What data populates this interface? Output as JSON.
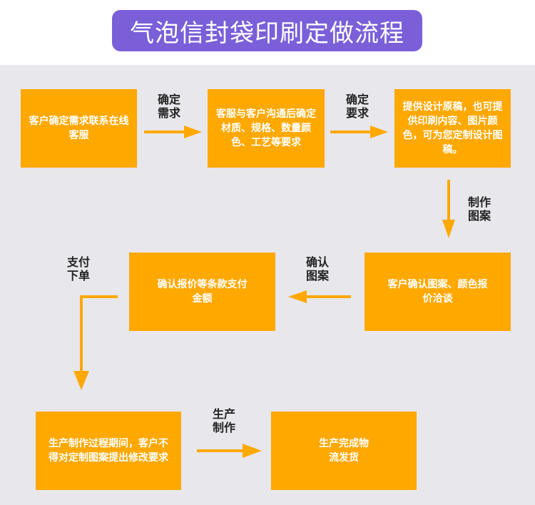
{
  "title": "气泡信封袋印刷定做流程",
  "steps": [
    {
      "text": "客户确定需求联系在线客服"
    },
    {
      "text": "客服与客户沟通后确定材质、规格、数量颜色、工艺等要求"
    },
    {
      "text": "提供设计原稿，也可提供印刷内容、图片颜色，可为您定制设计图稿。"
    },
    {
      "text": "客户确认图案、颜色报价洽谈"
    },
    {
      "text": "确认报价等条款支付金额"
    },
    {
      "text": "生产制作过程期间，客户不得对定制图案提出修改要求"
    },
    {
      "text": "生产完成物流发货"
    }
  ],
  "arrow_labels": {
    "a1": "确定需求",
    "a2": "确定要求",
    "a3": "制作图案",
    "a4": "确认图案",
    "a5": "支付下单",
    "a6": "生产制作"
  },
  "colors": {
    "box": "#ffa800",
    "title_bg": "#7a5fd9",
    "panel": "#e7e7ec",
    "arrow": "#ffa800"
  }
}
